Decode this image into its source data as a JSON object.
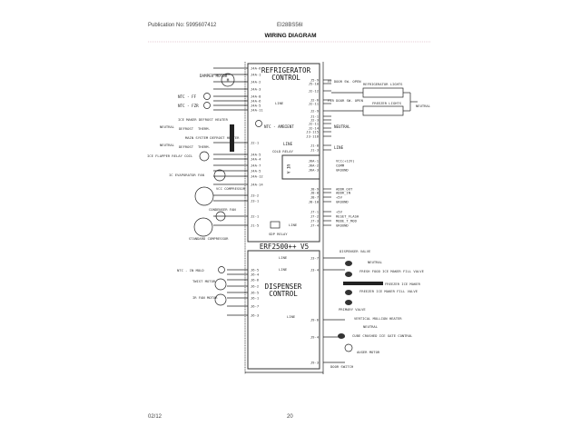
{
  "header": {
    "publication": "Publication No: 5995607412",
    "model": "EI28BS56I",
    "title": "WIRING DIAGRAM"
  },
  "footer": {
    "date": "02/12",
    "page": "20"
  },
  "refrigerator_control": {
    "title1": "REFRIGERATOR",
    "title2": "CONTROL",
    "left_pins": [
      "J4A-6",
      "J4A-1",
      "J4A-2",
      "J4A-3",
      "J4A-8",
      "J4A-6",
      "J4A-5",
      "J4A-11",
      "J2-1",
      "J4A-5",
      "J4A-4",
      "J4A-7",
      "J4A-5",
      "J4A-12",
      "J4A-14",
      "J3-2",
      "J3-1",
      "J2-1",
      "J1-5"
    ],
    "right_pins": [
      "J5-9",
      "J5-10",
      "J2-12",
      "J2-6",
      "J2-11",
      "J2-9",
      "J1-1",
      "J2-3",
      "J2-11",
      "J2-14",
      "J3-115",
      "J3-116",
      "J1-8",
      "J1-3",
      "J8-9",
      "J8-8",
      "J8-7",
      "J8-10",
      "J7-1",
      "J7-2",
      "J7-3",
      "J7-4"
    ],
    "ui_label": "UI A",
    "ui_pins": [
      "J6A-1",
      "J6A-2",
      "J6A-3"
    ],
    "line_label": "LINE",
    "ntc_ambient": "NTC - AMBIENT",
    "relay1": "COLD RELAY",
    "relay2": "SDP RELAY",
    "line2": "LINE",
    "line3": "LINE",
    "board": "ERF2500++ V5"
  },
  "left_components": {
    "damper": "DAMPER MOTOR",
    "ntc_ff": "NTC - FF",
    "ntc_fzr": "NTC - FZR",
    "ice_defrost": "ICE MAKER DEFROST HEATER",
    "neutral1": "NEUTRAL",
    "defrost1": "DEFROST",
    "therm1": "THERM.",
    "main_defrost": "MAIN SYSTEM DEFROST HEATER",
    "neutral2": "NEUTRAL",
    "defrost2": "DEFROST",
    "therm2": "THERM.",
    "flapper": "ICE FLAPPER RELAY COIL",
    "evap_fan": "IC EVAPORATOR FAN",
    "vcc_comp": "VCC COMPRESSOR",
    "cond_fan": "CONDENSER FAN",
    "std_comp": "STANDARD COMPRESSOR",
    "motor_symbol": "M"
  },
  "right_components": {
    "ff_door": "FF DOOR SW. OPEN",
    "fzr_door": "FZR DOOR SW. OPEN",
    "ref_lights": "REFRIGERATOR LIGHTS",
    "fzr_lights": "FREEZER LIGHTS",
    "neutral_lights": "NEUTRAL",
    "neutral": "NEUTRAL",
    "line": "LINE",
    "ui_signals": [
      "VCC(+12V)",
      "COMM",
      "GROUND"
    ],
    "j8_signals": [
      "ADDR_OUT",
      "ADDR_IN",
      "+5V",
      "GROUND"
    ],
    "j7_signals": [
      "+5V",
      "RESET_FLASH",
      "MODE_T_MOD",
      "GROUND"
    ]
  },
  "dispenser_control": {
    "title1": "DISPENSER",
    "title2": "CONTROL",
    "left_pins": [
      "J6-5",
      "J6-4",
      "J6-6",
      "J6-2",
      "J6-5",
      "J6-1",
      "J6-7",
      "J6-3"
    ],
    "right_pins": [
      "J3-7",
      "J3-4",
      "J9-6",
      "J9-4",
      "J9-3"
    ],
    "line1": "LINE",
    "line2": "LINE",
    "line3": "LINE",
    "ntc_mold": "NTC - IN MOLD",
    "twist": "TWIST MOTOR",
    "ir_fan": "IR FAN MOTOR",
    "dispenser_valve": "DISPENSER VALVE",
    "neutral1": "NEUTRAL",
    "ff_fill": "FRESH FOOD ICE MAKER FILL VALVE",
    "fzr_ice": "FREEZER ICE MAKER",
    "fzr_fill": "FREEZER ICE MAKER FILL VALVE",
    "primary": "PRIMARY VALVE",
    "mullion": "VERTICAL MULLION HEATER",
    "neutral2": "NEUTRAL",
    "cube": "CUBE CRUSHED ICE GATE CONTROL",
    "auger": "AUGER MOTOR",
    "door": "DOOR SWITCH"
  }
}
